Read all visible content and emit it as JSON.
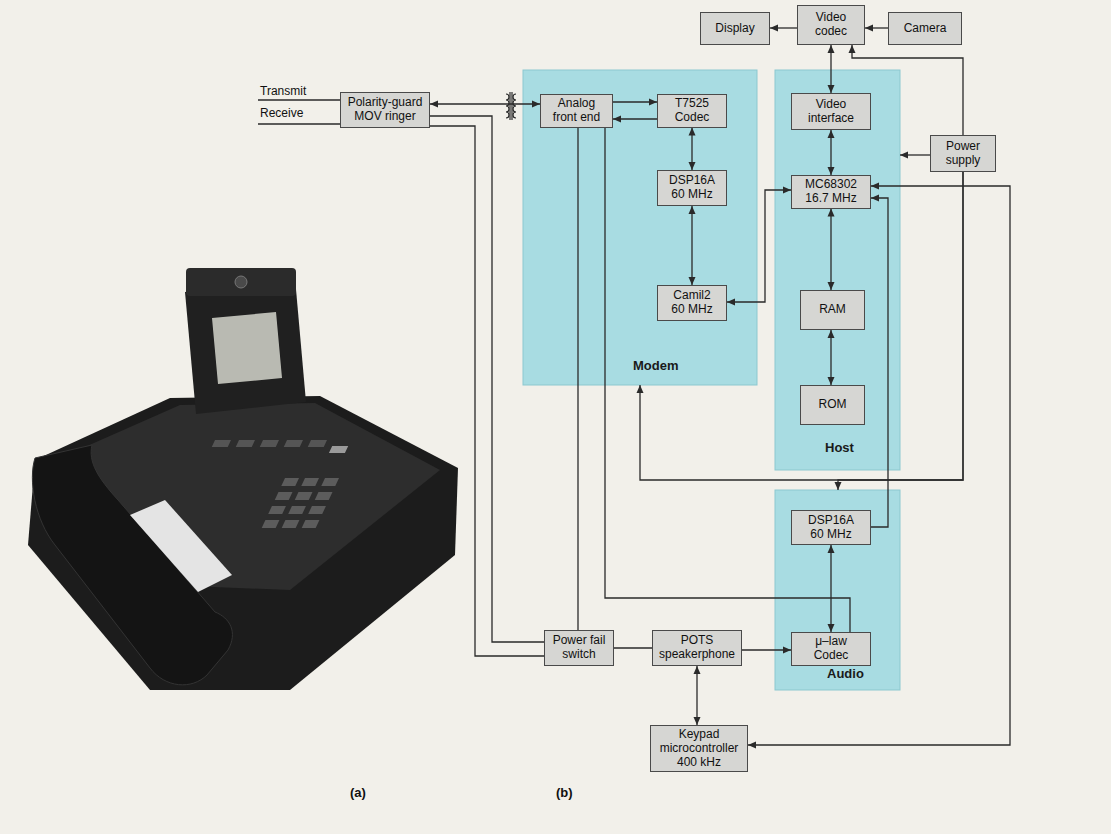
{
  "diagram": {
    "nodes": [
      {
        "text": [
          "Display"
        ]
      },
      {
        "text": [
          "Video codec"
        ]
      },
      {
        "text": [
          "Camera"
        ]
      },
      {
        "text": [
          "Polarity-guard MOV ringer"
        ]
      },
      {
        "text": [
          "Modem"
        ]
      },
      {
        "text": [
          "Analog front end"
        ],
        "in": 4
      },
      {
        "text": [
          "T7525 Codec"
        ],
        "in": 4
      },
      {
        "text": [
          "DSP16A 60 MHz"
        ],
        "in": 4
      },
      {
        "text": [
          "Camil2 60 MHz"
        ],
        "in": 4
      },
      {
        "text": [
          "Host"
        ]
      },
      {
        "text": [
          "Video interface"
        ],
        "in": 9
      },
      {
        "text": [
          "MC68302 16.7 MHz"
        ],
        "in": 9
      },
      {
        "text": [
          "RAM"
        ],
        "in": 9
      },
      {
        "text": [
          "ROM"
        ],
        "in": 9
      },
      {
        "text": [
          "Power supply"
        ]
      },
      {
        "text": [
          "Audio"
        ]
      },
      {
        "text": [
          "DSP16A 60 MHz"
        ],
        "in": 15
      },
      {
        "text": [
          "μ–law Codec"
        ],
        "in": 15
      },
      {
        "text": [
          "Power fail switch"
        ]
      },
      {
        "text": [
          "POTS speakerphone"
        ]
      },
      {
        "text": [
          "Keypad microcontroller 400 kHz"
        ]
      }
    ],
    "edges": [
      {
        "from": 2,
        "to": 1,
        "arrow": "to"
      },
      {
        "from": 1,
        "to": 0,
        "arrow": "to"
      },
      {
        "from": 1,
        "to": 10,
        "arrow": "both"
      },
      {
        "from": 10,
        "to": 11,
        "arrow": "both"
      },
      {
        "from": 11,
        "to": 12,
        "arrow": "both"
      },
      {
        "from": 12,
        "to": 13,
        "arrow": "both"
      },
      {
        "from": 14,
        "to": 1,
        "arrow": "to"
      },
      {
        "from": 14,
        "to": 9,
        "arrow": "to"
      },
      {
        "from": 14,
        "to": 4,
        "arrow": "to"
      },
      {
        "from": 14,
        "to": 15,
        "arrow": "to"
      },
      {
        "from": 3,
        "to": 5,
        "arrow": "both"
      },
      {
        "from": 5,
        "to": 6,
        "arrow": "to"
      },
      {
        "from": 6,
        "to": 5,
        "arrow": "to"
      },
      {
        "from": 6,
        "to": 7,
        "arrow": "both"
      },
      {
        "from": 7,
        "to": 8,
        "arrow": "both"
      },
      {
        "from": 8,
        "to": 11,
        "arrow": "both"
      },
      {
        "from": 3,
        "to": 18,
        "arrow": "none"
      },
      {
        "from": 3,
        "to": 18,
        "arrow": "none"
      },
      {
        "from": 5,
        "to": 18,
        "arrow": "none"
      },
      {
        "from": 5,
        "to": 17,
        "arrow": "none"
      },
      {
        "from": 18,
        "to": 19,
        "arrow": "none"
      },
      {
        "from": 19,
        "to": 17,
        "arrow": "to"
      },
      {
        "from": 19,
        "to": 20,
        "arrow": "both"
      },
      {
        "from": 16,
        "to": 17,
        "arrow": "both"
      },
      {
        "from": 16,
        "to": 11,
        "arrow": "to"
      },
      {
        "from": 11,
        "to": 20,
        "arrow": "both"
      }
    ],
    "labels": [
      "Transmit",
      "Receive",
      "(a)",
      "(b)"
    ]
  }
}
